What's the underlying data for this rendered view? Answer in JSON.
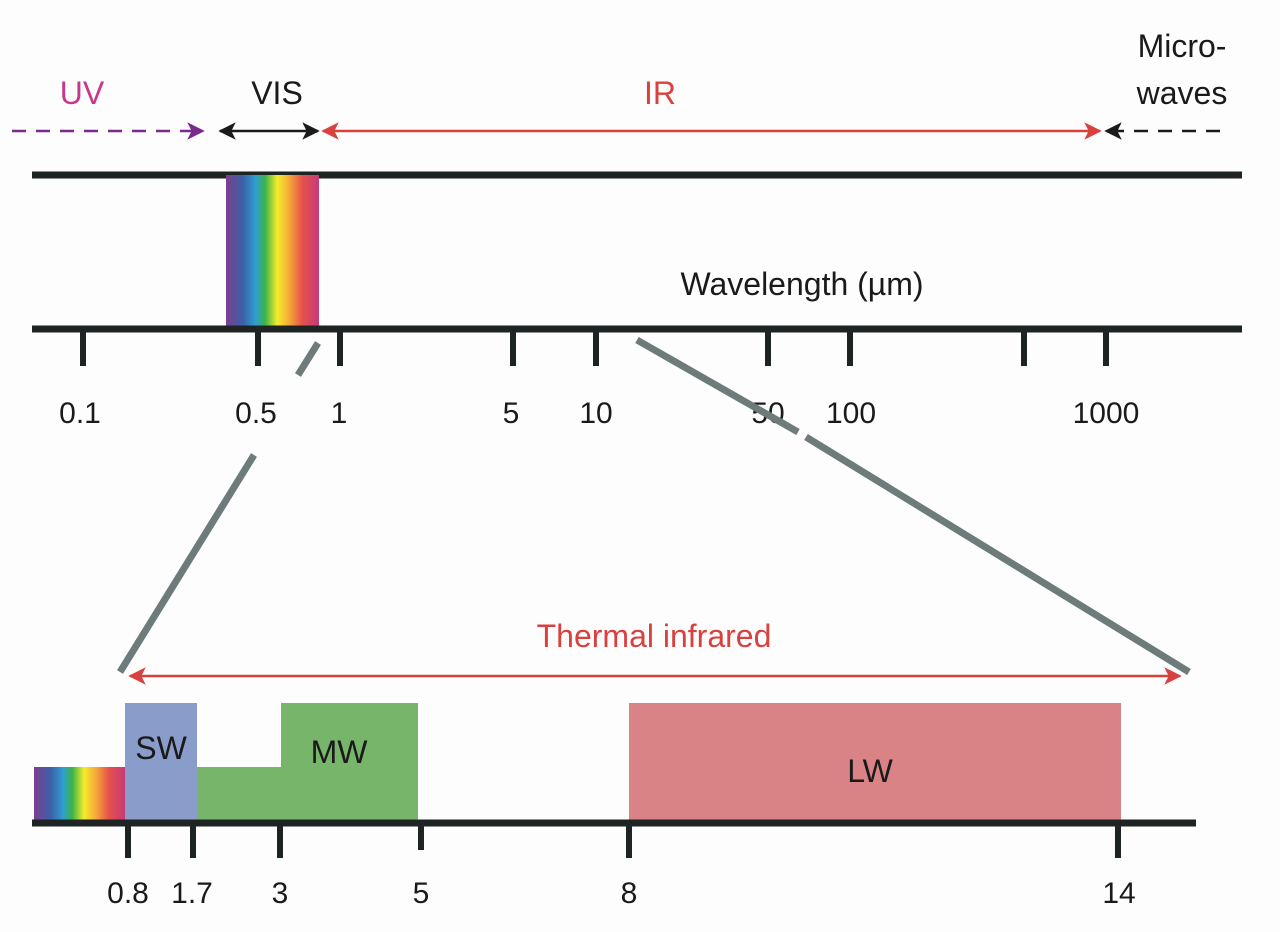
{
  "colors": {
    "uv": "#c8388a",
    "uv_arrow": "#7b2a8c",
    "ir": "#d9413f",
    "black": "#1a1a1a",
    "axis": "#1e2424",
    "zoom_line": "#6e7b7b",
    "sw": "#8a9cc9",
    "mw": "#77b56a",
    "lw": "#da8386"
  },
  "bands": {
    "uv": "UV",
    "vis": "VIS",
    "ir": "IR",
    "microwaves_line1": "Micro-",
    "microwaves_line2": "waves"
  },
  "top_axis": {
    "label": "Wavelength (µm)",
    "ticks": [
      "0.1",
      "0.5",
      "1",
      "5",
      "10",
      "50",
      "100",
      "1000"
    ]
  },
  "thermal": {
    "label": "Thermal infrared"
  },
  "sub_bands": {
    "sw": "SW",
    "mw": "MW",
    "lw": "LW"
  },
  "bottom_axis": {
    "ticks": [
      "0.8",
      "1.7",
      "3",
      "5",
      "8",
      "14"
    ]
  }
}
